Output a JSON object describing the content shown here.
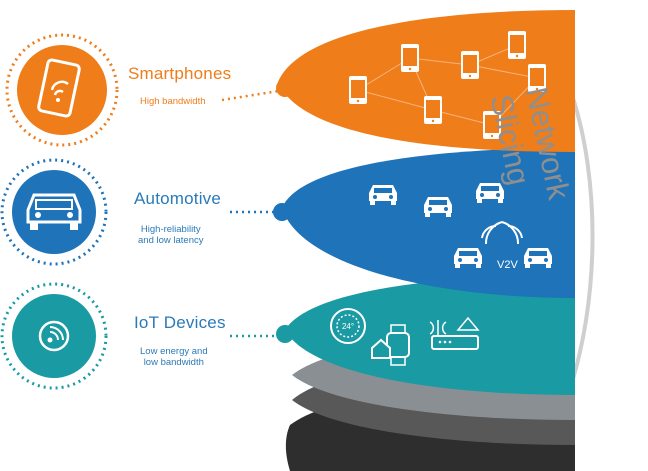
{
  "diagram_title": "Network Slicing",
  "segments": [
    {
      "title": "Smartphones",
      "subtitle": [
        "High bandwidth"
      ],
      "color": "#ef7d1a"
    },
    {
      "title": "Automotive",
      "subtitle": [
        "High-reliability",
        "and low latency"
      ],
      "color": "#1e73b9"
    },
    {
      "title": "IoT Devices",
      "subtitle": [
        "Low energy and",
        "low bandwidth"
      ],
      "color": "#1a9aa3"
    }
  ],
  "v2v_label": "V2V",
  "icons": {
    "smartphones": "smartphone-wifi-icon",
    "automotive": "car-icon",
    "iot": "wireless-signal-icon",
    "smartphone_layer": [
      "video-phone-icon",
      "shopping-cart-phone-icon",
      "mail-phone-icon",
      "music-phone-icon",
      "profile-phone-icon",
      "media-phone-icon",
      "web-phone-icon"
    ],
    "automotive_layer": [
      "car-icon",
      "car-icon",
      "car-icon",
      "car-icon",
      "car-icon"
    ],
    "iot_layer": [
      "thermostat-icon",
      "smart-home-watch-icon",
      "wifi-router-icon"
    ]
  }
}
